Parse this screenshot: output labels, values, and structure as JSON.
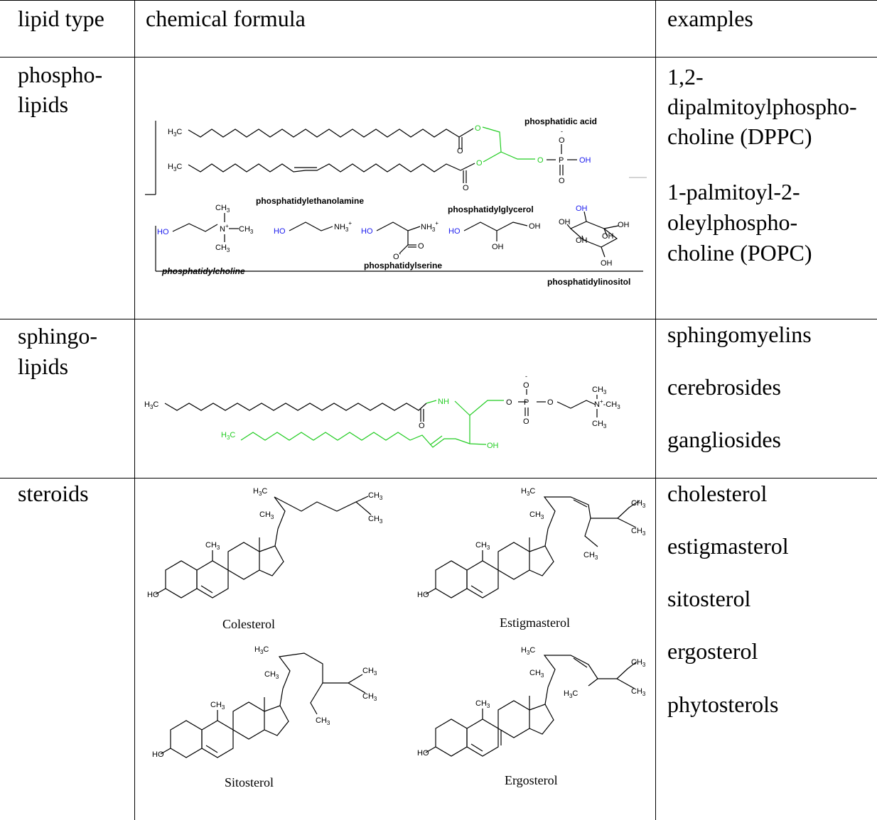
{
  "header": {
    "col1": "lipid type",
    "col2": "chemical formula",
    "col3": "examples"
  },
  "rows": [
    {
      "type_lines": [
        "phospho-",
        "lipids"
      ],
      "structure_labels": {
        "phosphatidic_acid": "phosphatidic acid",
        "phosphatidylethanolamine": "phosphatidylethanolamine",
        "phosphatidylglycerol": "phosphatidylglycerol",
        "phosphatidylcholine": "phosphatidylcholine",
        "phosphatidylserine": "phosphatidylserine",
        "phosphatidylinositol": "phosphatidylinositol"
      },
      "examples": [
        "1,2-",
        "dipalmitoylphospho-",
        "choline (DPPC)",
        "1-palmitoyl-2-",
        "oleylphospho-",
        "choline (POPC)"
      ]
    },
    {
      "type_lines": [
        "sphingo-",
        "lipids"
      ],
      "examples": [
        "sphingomyelins",
        "cerebrosides",
        "gangliosides"
      ]
    },
    {
      "type_lines": [
        "steroids"
      ],
      "structure_labels": {
        "colesterol": "Colesterol",
        "estigmasterol": "Estigmasterol",
        "sitosterol": "Sitosterol",
        "ergosterol": "Ergosterol"
      },
      "examples": [
        "cholesterol",
        "estigmasterol",
        "sitosterol",
        "ergosterol",
        "phytosterols"
      ]
    }
  ],
  "colors": {
    "green": "#22cc22",
    "blue": "#1a1aee",
    "line": "#000000"
  }
}
